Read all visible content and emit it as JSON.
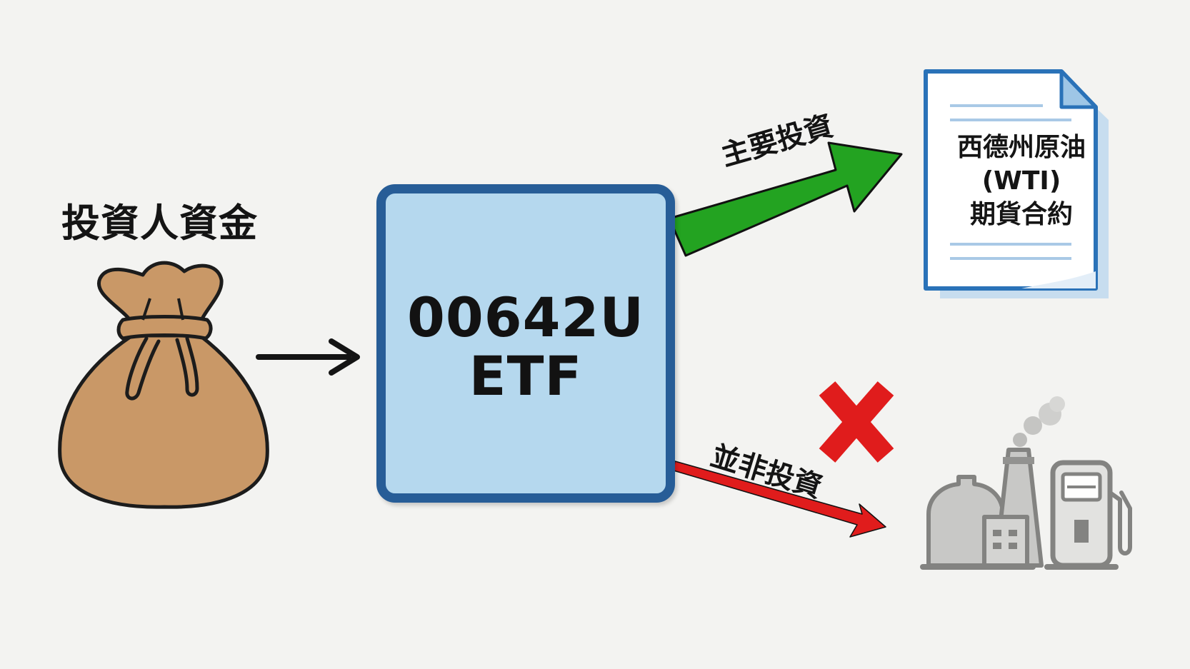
{
  "investor": {
    "label": "投資人資金",
    "icon": "money-bag-icon"
  },
  "etf": {
    "code": "00642U",
    "type": "ETF"
  },
  "main_investment": {
    "label": "主要投資",
    "target_lines": [
      "西德州原油",
      "(WTI)",
      "期貨合約"
    ],
    "icon": "document-icon",
    "color": "#23a321"
  },
  "not_investment": {
    "label": "並非投資",
    "icon": "oil-refinery-gas-pump-icon",
    "cross_icon": "cross-icon",
    "color": "#e01c1c"
  },
  "colors": {
    "background": "#f3f3f1",
    "etf_fill": "#b5d8ee",
    "etf_border": "#275d97",
    "bag": "#c99867",
    "doc_border": "#2a72b8"
  }
}
